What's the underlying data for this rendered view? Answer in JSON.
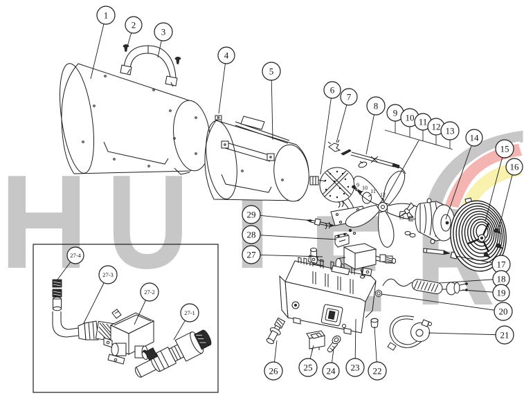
{
  "diagram": {
    "kind": "exploded parts diagram",
    "background": "#ffffff",
    "line_color": "#1a1a1a"
  },
  "watermark": {
    "text": "HÜTER",
    "letters": [
      "H",
      "Ü",
      "T",
      "E",
      "R"
    ],
    "gray": "#c7c7c7",
    "pink": "#f4b5b2",
    "yellow": "#f9f2ae"
  },
  "callouts": {
    "main": [
      "1",
      "2",
      "3",
      "4",
      "5",
      "6",
      "7",
      "8",
      "9",
      "10",
      "11",
      "12",
      "13",
      "14",
      "15",
      "16",
      "17",
      "18",
      "19",
      "20",
      "21",
      "22",
      "23",
      "24",
      "25",
      "26",
      "27",
      "28",
      "29"
    ],
    "inset": [
      "27-4",
      "27-3",
      "27-2",
      "27-1"
    ],
    "inline": [
      "9",
      "10",
      "11",
      "12",
      "13"
    ]
  }
}
